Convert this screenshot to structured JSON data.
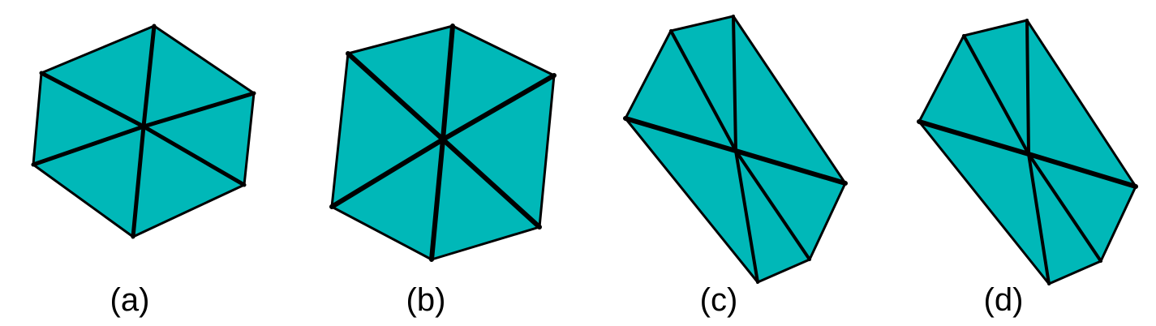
{
  "colors": {
    "fill": "#00b8b8",
    "stroke": "#000000",
    "background": "#ffffff"
  },
  "panels": [
    {
      "id": "a",
      "label": "(a)"
    },
    {
      "id": "b",
      "label": "(b)"
    },
    {
      "id": "c",
      "label": "(c)"
    },
    {
      "id": "d",
      "label": "(d)"
    }
  ]
}
